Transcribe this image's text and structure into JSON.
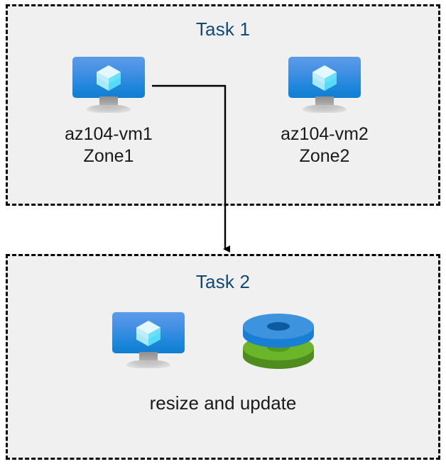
{
  "diagram": {
    "type": "flow-diagram",
    "background_color": "#ffffff",
    "box_fill_color": "#f0f0f0",
    "box_border_color": "#000000",
    "title_color": "#134a75",
    "label_color": "#1a1a1a",
    "connector_color": "#000000"
  },
  "task1": {
    "title": "Task 1",
    "nodes": [
      {
        "icon": "virtual-machine-icon",
        "name": "az104-vm1",
        "zone": "Zone1"
      },
      {
        "icon": "virtual-machine-icon",
        "name": "az104-vm2",
        "zone": "Zone2"
      }
    ]
  },
  "task2": {
    "title": "Task 2",
    "icons": [
      {
        "icon": "virtual-machine-icon"
      },
      {
        "icon": "managed-disks-icon"
      }
    ],
    "caption": "resize and update"
  },
  "connector": {
    "name": "task1-to-task2-arrow",
    "from": "az104-vm1",
    "to": "task2",
    "arrowhead": "down"
  },
  "colors": {
    "vm_screen_top": "#5b9ce9",
    "vm_screen_bottom": "#0f7ed2",
    "vm_cube_light": "#ddf6ff",
    "vm_cube_mid": "#9fe4fb",
    "vm_cube_accent": "#4fd8f7",
    "vm_stand": "#c9c9c9",
    "disk_blue_top": "#3d93dd",
    "disk_blue_side": "#1a7fd4",
    "disk_blue_hole": "#0d5a9e",
    "disk_green_top": "#6bb52a",
    "disk_green_side": "#4f8c1e",
    "disk_green_hole": "#5c9e24"
  }
}
